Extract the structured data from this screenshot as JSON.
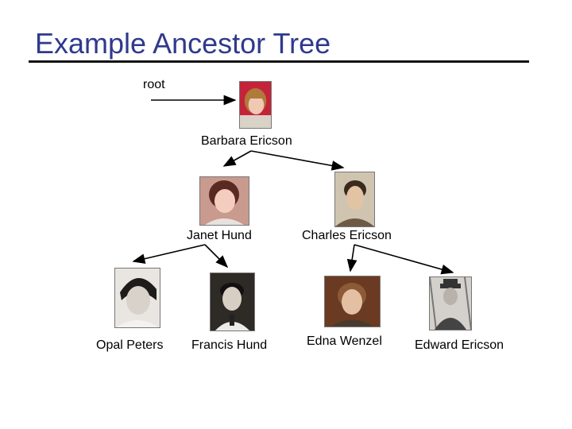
{
  "slide": {
    "title": "Example Ancestor Tree",
    "root_label": "root"
  },
  "people": {
    "barbara": "Barbara Ericson",
    "janet": "Janet Hund",
    "charles": "Charles Ericson",
    "opal": "Opal Peters",
    "francis": "Francis Hund",
    "edna": "Edna Wenzel",
    "edward": "Edward Ericson"
  },
  "colors": {
    "title": "#2f3a8c",
    "rule": "#111111",
    "arrow": "#000000"
  }
}
